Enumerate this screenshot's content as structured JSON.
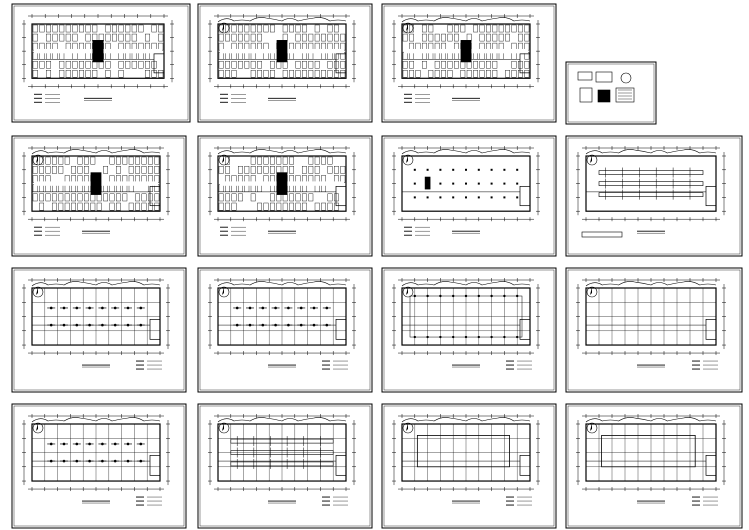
{
  "ink_color": "#000000",
  "paper_color": "#ffffff",
  "sheets": [
    {
      "kind": "plan-dense"
    },
    {
      "kind": "plan-dense-wave"
    },
    {
      "kind": "plan-dense-wave"
    },
    {
      "kind": "detail-small"
    },
    {
      "kind": "plan-dense-wave"
    },
    {
      "kind": "plan-dense-wave"
    },
    {
      "kind": "plan-open"
    },
    {
      "kind": "plan-ducts"
    },
    {
      "kind": "plan-grid-fixtures"
    },
    {
      "kind": "plan-grid-fixtures"
    },
    {
      "kind": "plan-grid-perimeter"
    },
    {
      "kind": "plan-grid-sparse"
    },
    {
      "kind": "plan-grid-fixtures"
    },
    {
      "kind": "plan-grid-ducts"
    },
    {
      "kind": "plan-grid-box"
    },
    {
      "kind": "plan-grid-box"
    }
  ]
}
